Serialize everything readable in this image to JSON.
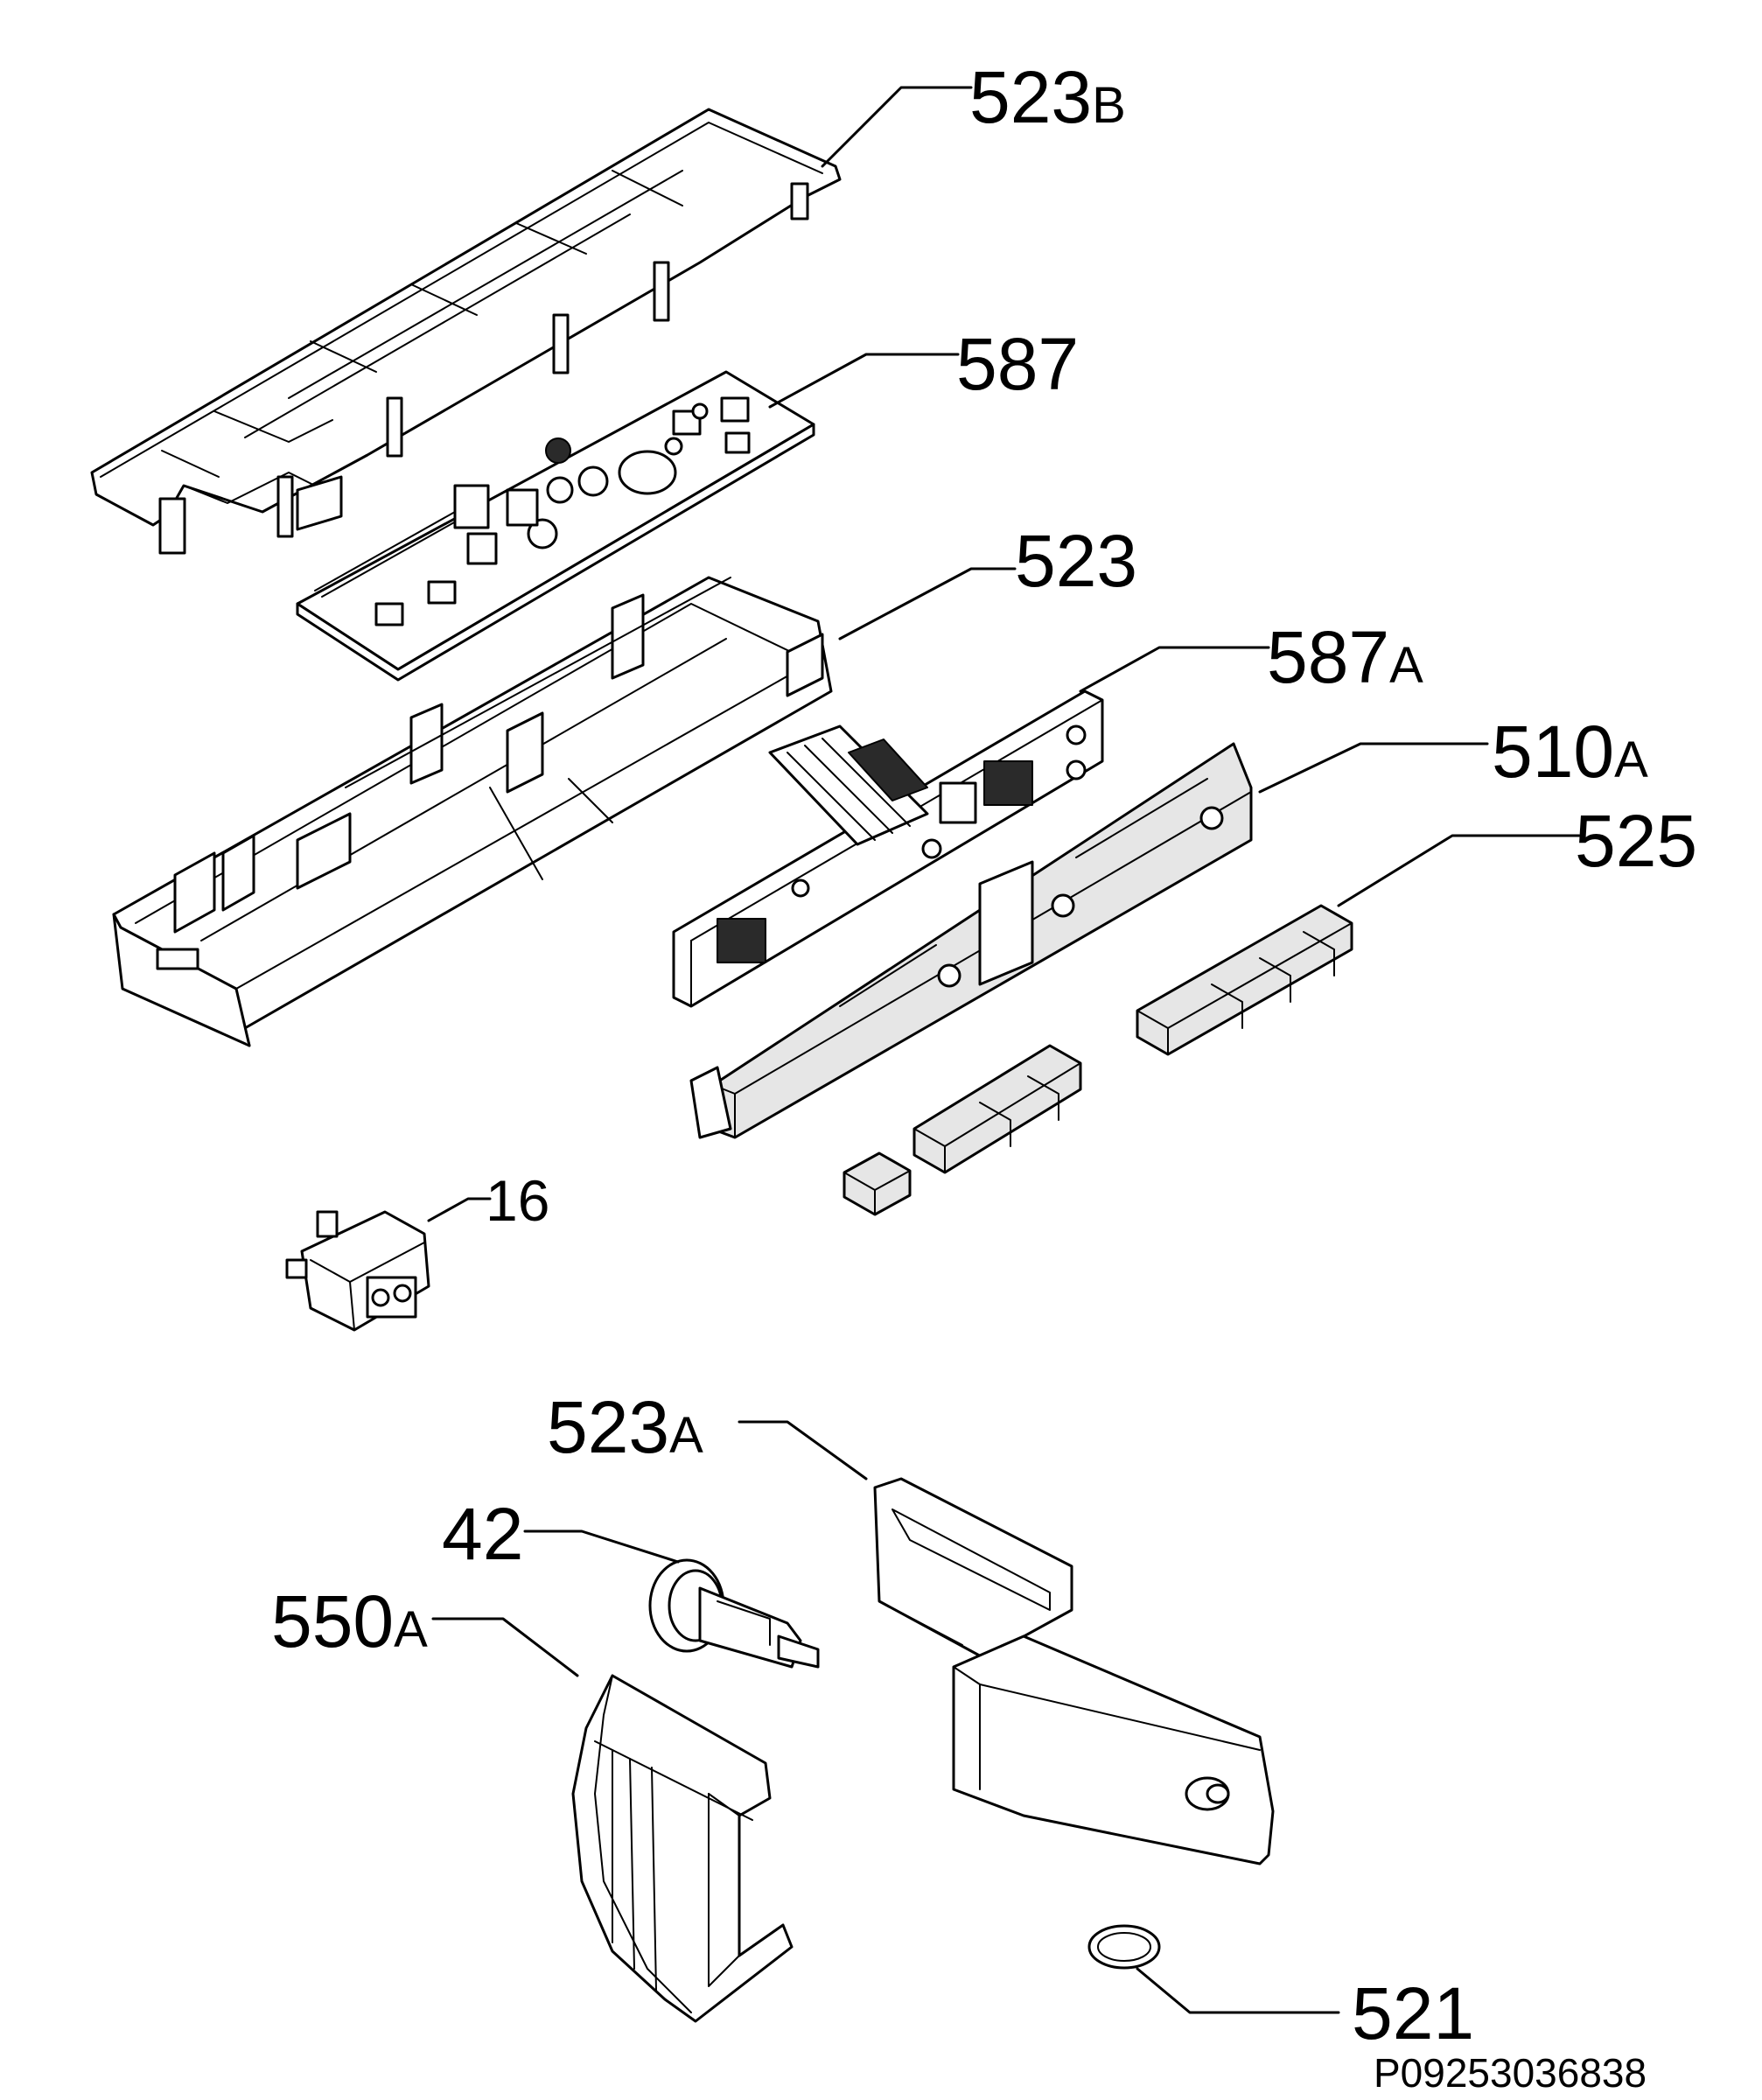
{
  "diagram": {
    "type": "exploded-parts-diagram",
    "reference": "P09253036838",
    "callouts": [
      {
        "id": "523B",
        "number": "523",
        "suffix": "B"
      },
      {
        "id": "587",
        "number": "587",
        "suffix": ""
      },
      {
        "id": "523",
        "number": "523",
        "suffix": ""
      },
      {
        "id": "587A",
        "number": "587",
        "suffix": "A"
      },
      {
        "id": "510A",
        "number": "510",
        "suffix": "A"
      },
      {
        "id": "525",
        "number": "525",
        "suffix": ""
      },
      {
        "id": "16",
        "number": "16",
        "suffix": ""
      },
      {
        "id": "523A",
        "number": "523",
        "suffix": "A"
      },
      {
        "id": "42",
        "number": "42",
        "suffix": ""
      },
      {
        "id": "550A",
        "number": "550",
        "suffix": "A"
      },
      {
        "id": "521",
        "number": "521",
        "suffix": ""
      }
    ]
  }
}
